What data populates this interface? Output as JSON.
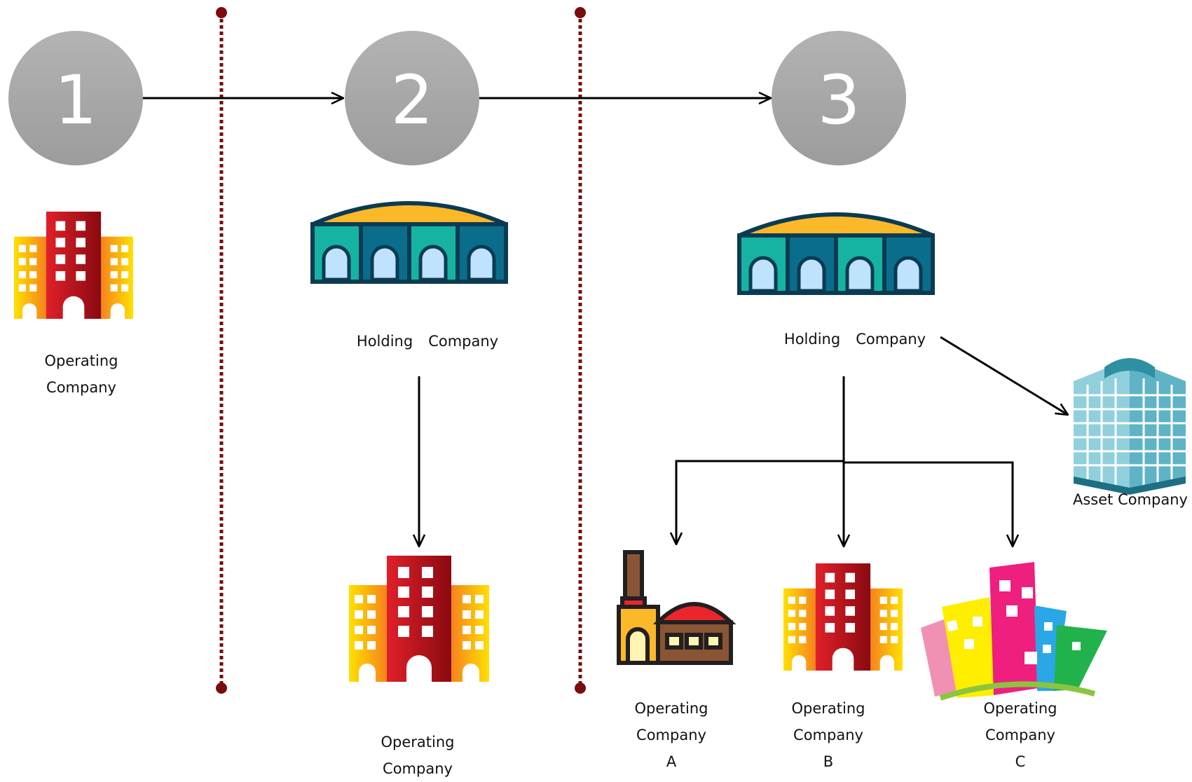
{
  "steps": [
    {
      "number": "1"
    },
    {
      "number": "2"
    },
    {
      "number": "3"
    }
  ],
  "stage1": {
    "company": [
      "Operating",
      "Company"
    ]
  },
  "stage2": {
    "holding": [
      "Holding",
      "Company"
    ],
    "company": [
      "Operating",
      "Company"
    ]
  },
  "stage3": {
    "holding": [
      "Holding",
      "Company"
    ],
    "asset": "Asset Company",
    "companies": [
      {
        "line1": "Operating",
        "line2": "Company",
        "line3": "A"
      },
      {
        "line1": "Operating",
        "line2": "Company",
        "line3": "B"
      },
      {
        "line1": "Operating",
        "line2": "Company",
        "line3": "C"
      }
    ]
  },
  "colors": {
    "circle": "#a8a8a8",
    "divider": "#7a0c0c",
    "arrow": "#000000",
    "roof": "#fbb829",
    "warehouse_teal": "#16b3a3",
    "warehouse_blue": "#0a6d8c",
    "warehouse_dark": "#0b3b52",
    "window": "#bfe3ff",
    "building_red": "#c8141b",
    "building_orange": "#f7a21c",
    "building_yellow": "#ffd400"
  },
  "icons": [
    "office-building-icon",
    "warehouse-icon",
    "factory-icon",
    "skyscraper-icon",
    "colorful-buildings-icon"
  ]
}
